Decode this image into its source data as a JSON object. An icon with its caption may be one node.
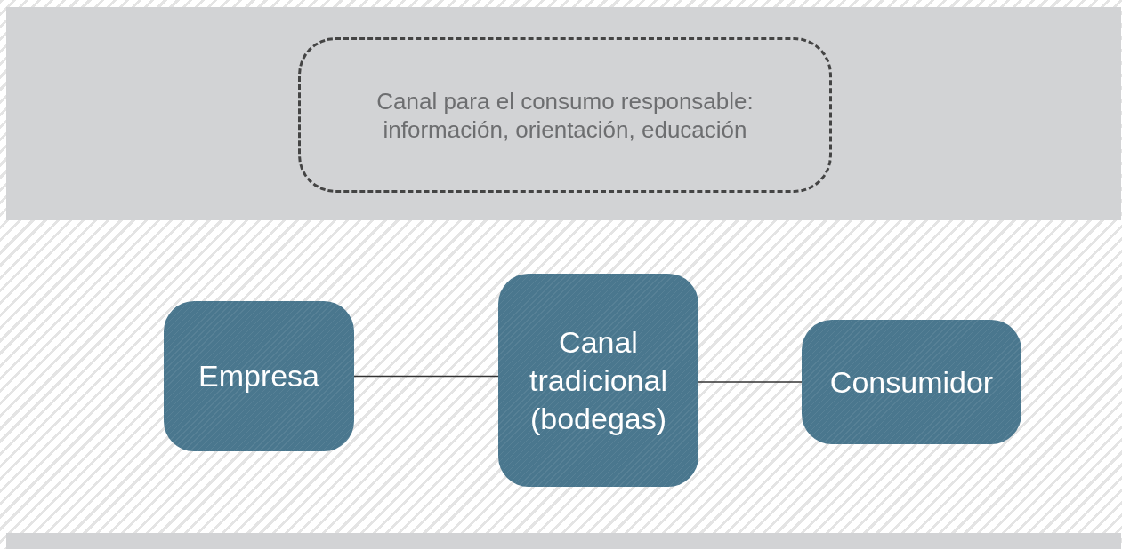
{
  "diagram": {
    "nodes": [
      {
        "text": [
          "Canal para el consumo responsable: información, orientación, educación"
        ]
      },
      {
        "text": [
          "Empresa"
        ]
      },
      {
        "text": [
          "Canal tradicional (bodegas)"
        ]
      },
      {
        "text": [
          "Consumidor"
        ]
      }
    ],
    "edges": [
      {
        "from": 1,
        "to": 2,
        "arrow": "none"
      },
      {
        "from": 2,
        "to": 3,
        "arrow": "none"
      }
    ]
  }
}
